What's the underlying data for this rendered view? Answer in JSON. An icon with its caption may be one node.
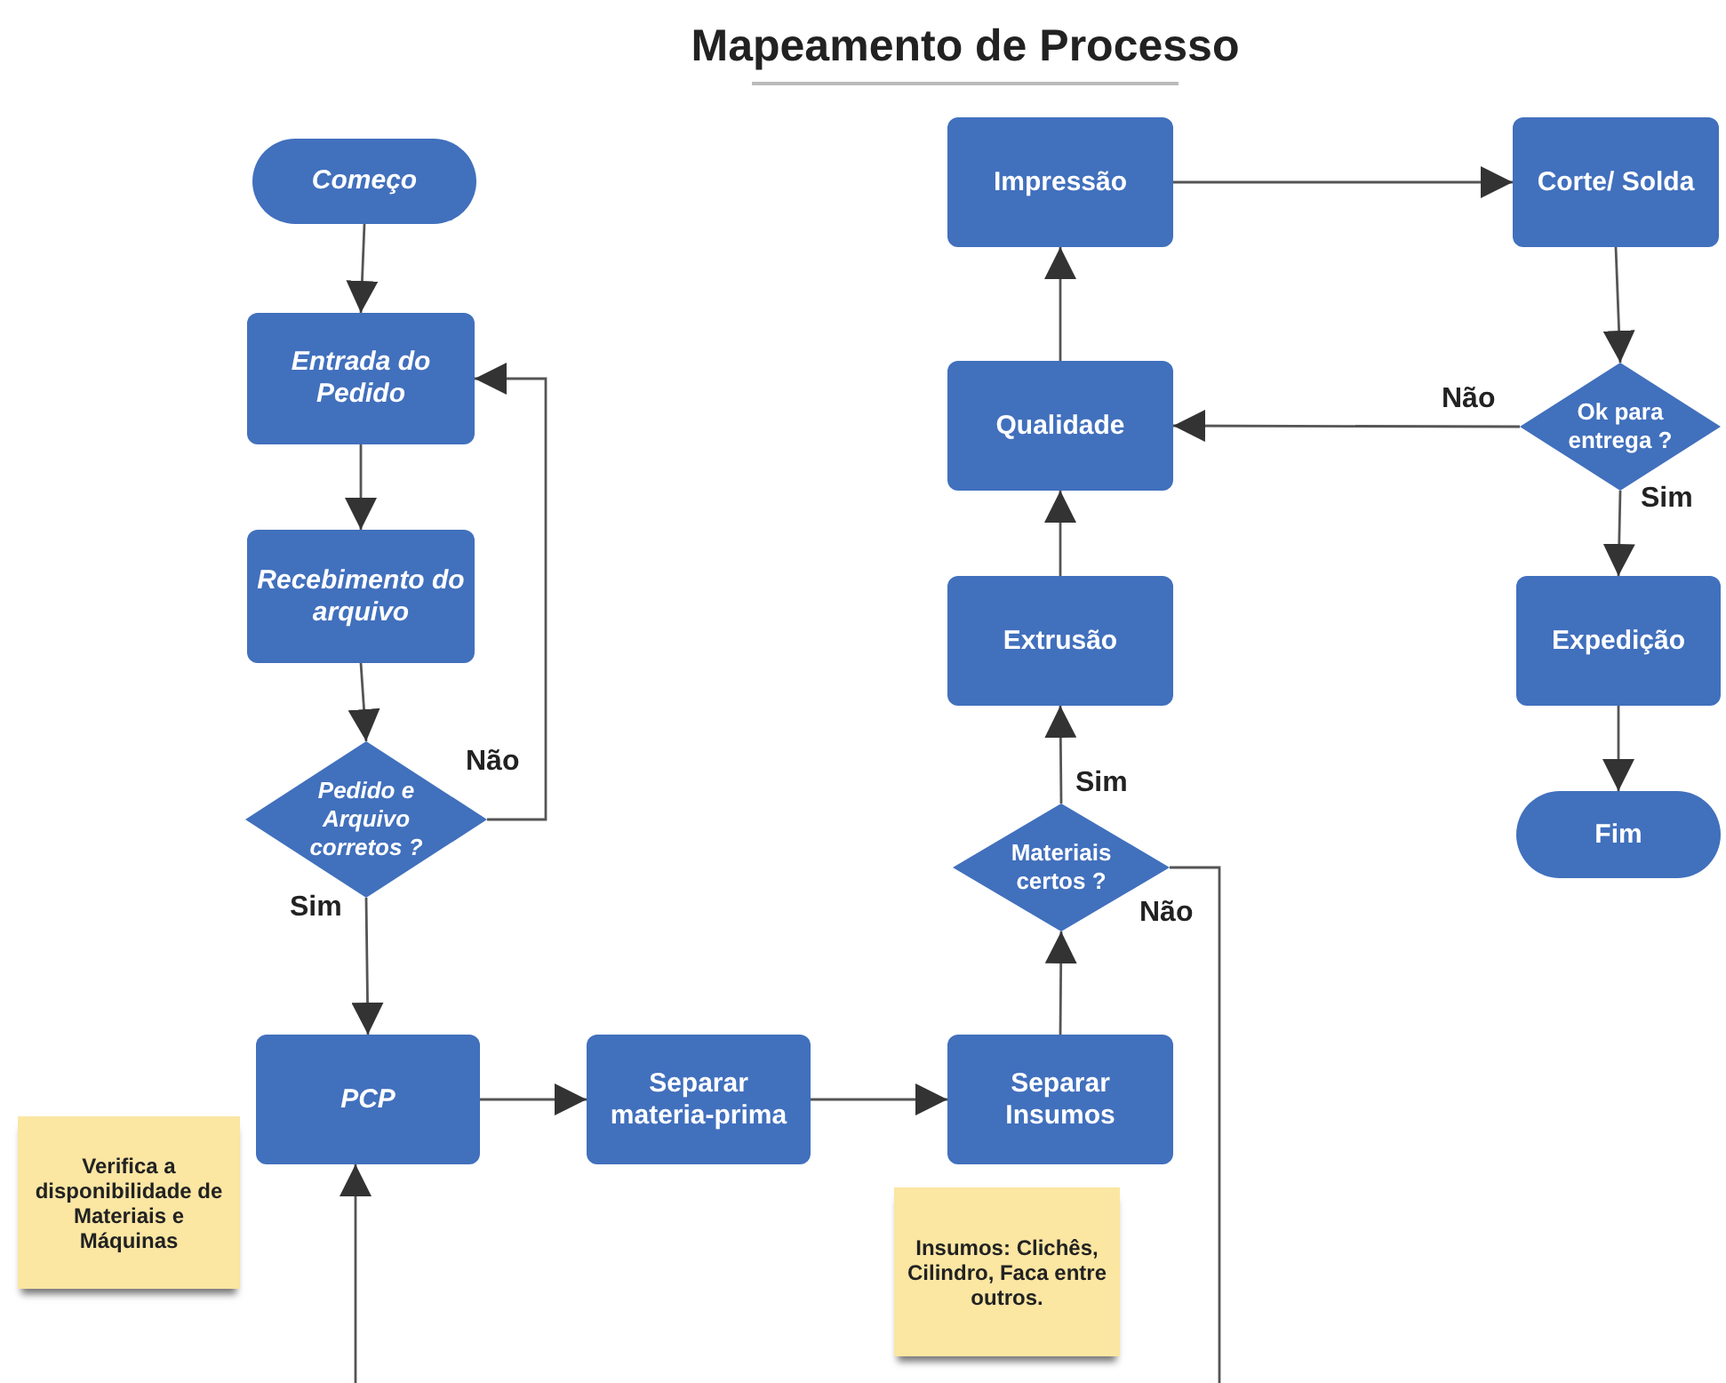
{
  "diagram": {
    "title": "Mapeamento de Processo",
    "nodes": [
      {
        "text": [
          "Começo"
        ]
      },
      {
        "text": [
          "Entrada do Pedido"
        ]
      },
      {
        "text": [
          "Recebimento do arquivo"
        ]
      },
      {
        "text": [
          "Pedido e Arquivo corretos ?"
        ]
      },
      {
        "text": [
          "PCP"
        ]
      },
      {
        "text": [
          "Separar materia-prima"
        ]
      },
      {
        "text": [
          "Separar Insumos"
        ]
      },
      {
        "text": [
          "Materiais certos ?"
        ]
      },
      {
        "text": [
          "Extrusão"
        ]
      },
      {
        "text": [
          "Qualidade"
        ]
      },
      {
        "text": [
          "Impressão"
        ]
      },
      {
        "text": [
          "Corte/ Solda"
        ]
      },
      {
        "text": [
          "Ok para entrega ?"
        ]
      },
      {
        "text": [
          "Expedição"
        ]
      },
      {
        "text": [
          "Fim"
        ]
      },
      {
        "text": [
          "Verifica a disponibilidade de Materiais e Máquinas"
        ]
      },
      {
        "text": [
          "Insumos: Clichês, Cilindro, Faca entre outros."
        ]
      }
    ],
    "edges": [
      {
        "from": 0,
        "to": 1,
        "arrow": "to"
      },
      {
        "from": 1,
        "to": 2,
        "arrow": "to"
      },
      {
        "from": 2,
        "to": 3,
        "arrow": "to"
      },
      {
        "from": 3,
        "to": 1,
        "arrow": "to",
        "label": "Não"
      },
      {
        "from": 3,
        "to": 4,
        "arrow": "to",
        "label": "Sim"
      },
      {
        "from": 4,
        "to": 5,
        "arrow": "to"
      },
      {
        "from": 5,
        "to": 6,
        "arrow": "to"
      },
      {
        "from": 6,
        "to": 7,
        "arrow": "to"
      },
      {
        "from": 7,
        "to": 8,
        "arrow": "to",
        "label": "Sim"
      },
      {
        "from": 8,
        "to": 9,
        "arrow": "to"
      },
      {
        "from": 9,
        "to": 10,
        "arrow": "to"
      },
      {
        "from": 10,
        "to": 11,
        "arrow": "to"
      },
      {
        "from": 11,
        "to": 12,
        "arrow": "to"
      },
      {
        "from": 12,
        "to": 9,
        "arrow": "to",
        "label": "Não"
      },
      {
        "from": 12,
        "to": 13,
        "arrow": "to",
        "label": "Sim"
      },
      {
        "from": 13,
        "to": 14,
        "arrow": "to"
      },
      {
        "from": 7,
        "to": null,
        "arrow": "none",
        "label": "Não"
      },
      {
        "from": null,
        "to": 4,
        "arrow": "to"
      }
    ]
  }
}
